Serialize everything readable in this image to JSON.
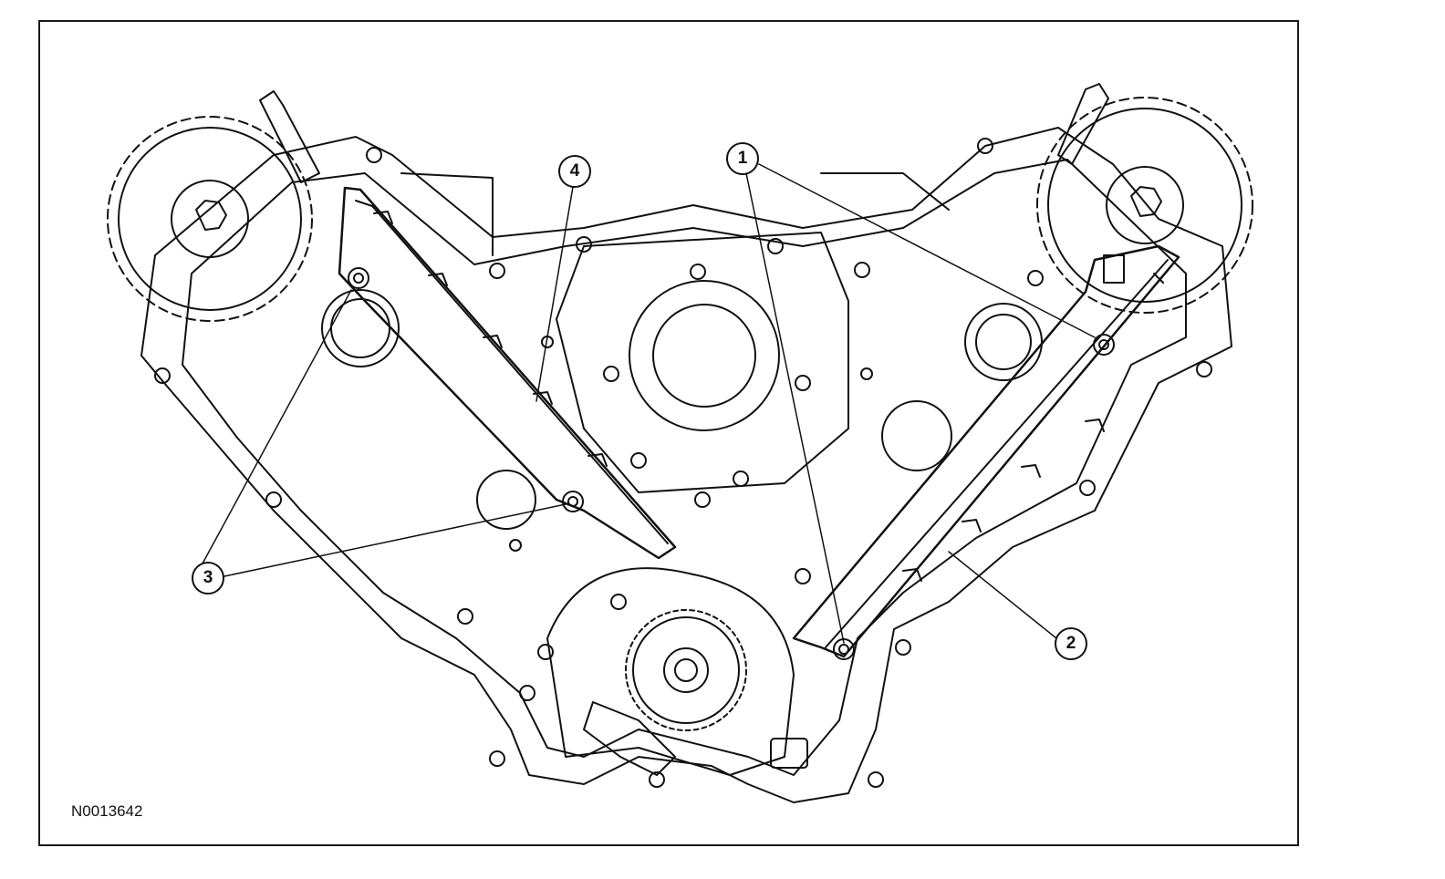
{
  "callouts": [
    {
      "id": "callout-1",
      "label": "1"
    },
    {
      "id": "callout-2",
      "label": "2"
    },
    {
      "id": "callout-3",
      "label": "3"
    },
    {
      "id": "callout-4",
      "label": "4"
    }
  ],
  "figure": {
    "reference": "N0013642"
  },
  "colors": {
    "line": "#111111",
    "background": "#ffffff"
  }
}
